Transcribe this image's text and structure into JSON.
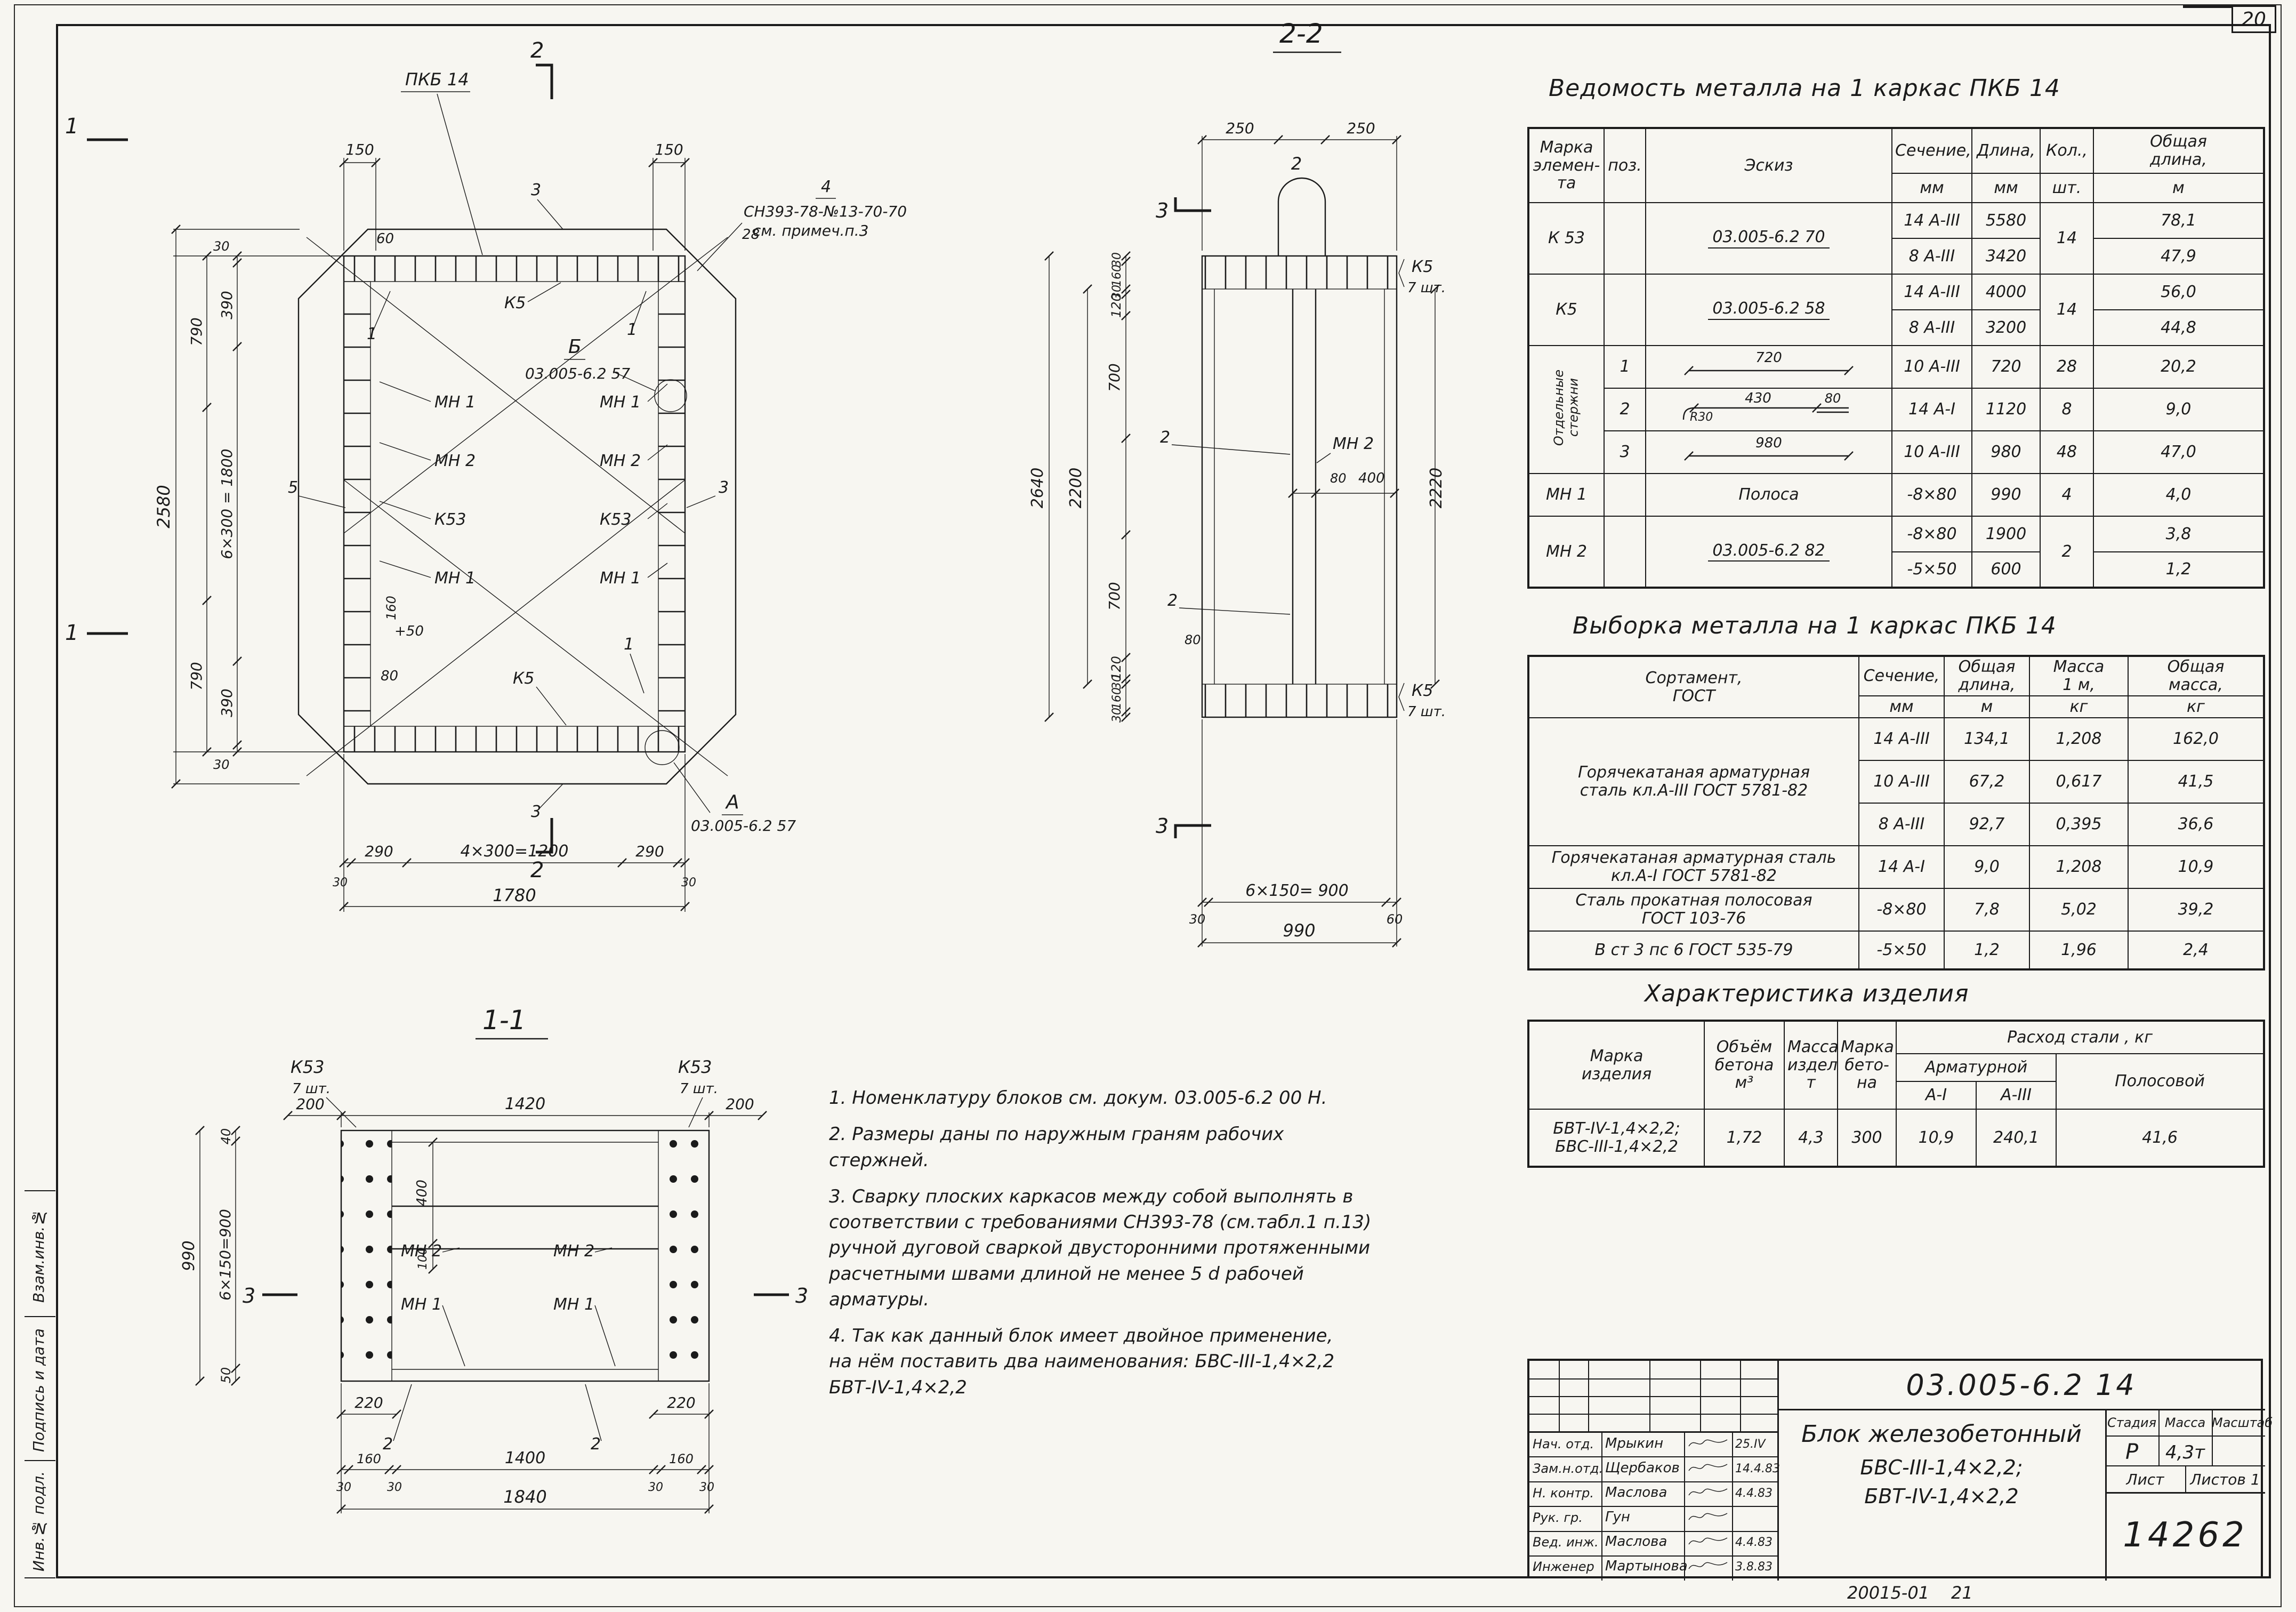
{
  "page": {
    "number": "20",
    "footer_code": "20015-01",
    "footer_sheet": "21"
  },
  "edge": {
    "inv": "Инв.№ подл.",
    "sign": "Подпись и дата",
    "vzam": "Взам.инв.№"
  },
  "plan": {
    "pkb": "ПКБ 14",
    "note1": "СН393-78-№13-70-70",
    "note2": "см. примеч.п.3",
    "pos4": "4",
    "b": "Б",
    "b_doc": "03.005-6.2  57",
    "a": "А",
    "a_doc": "03.005-6.2  57",
    "k5": "К5",
    "k53": "К53",
    "mn1": "МН 1",
    "mn2": "МН 2",
    "m2": "2",
    "m1": "1",
    "p1": "1",
    "p3": "3",
    "p5": "5",
    "d150": "150",
    "d30": "30",
    "d390": "390",
    "d790": "790",
    "d1800": "6×300 = 1800",
    "d2580": "2580",
    "d290": "290",
    "d1200": "4×300=1200",
    "d1780": "1780",
    "dp50": "+50",
    "d60": "60",
    "d80": "80",
    "d28": "28",
    "d160": "160"
  },
  "s22": {
    "title": "2-2",
    "d250": "250",
    "d30": "30",
    "d160": "160",
    "d120": "120",
    "d700": "700",
    "d2640": "2640",
    "d2200": "2200",
    "d2220": "2220",
    "d400": "400",
    "d80": "80",
    "d900": "6×150= 900",
    "d990": "990",
    "d60": "60",
    "mn2": "МН 2",
    "k5": "К5",
    "k5n": "7 шт.",
    "p2": "2",
    "m3": "3"
  },
  "s11": {
    "title": "1-1",
    "k53": "К53",
    "k53n": "7 шт.",
    "d200": "200",
    "d1420": "1420",
    "d40": "40",
    "d900": "6×150=900",
    "d50": "50",
    "d990": "990",
    "d400": "400",
    "d100": "100",
    "d220": "220",
    "d30": "30",
    "d160": "160",
    "d1400": "1400",
    "d1840": "1840",
    "mn1": "МН 1",
    "mn2": "МН 2",
    "m3": "3",
    "p2": "2"
  },
  "t1": {
    "title": "Ведомость металла на 1 каркас ПКБ 14",
    "h_mark": "Марка\nэлемен-\nта",
    "h_pos": "поз.",
    "h_sketch": "Эскиз",
    "h_sec": "Сечение,",
    "h_sec_u": "мм",
    "h_len": "Длина,",
    "h_len_u": "мм",
    "h_qty": "Кол.,",
    "h_qty_u": "шт.",
    "h_total": "Общая\nдлина,",
    "h_total_u": "м",
    "r1_mark": "К 53",
    "r1_sketch": "03.005-6.2  70",
    "r1a_sec": "14 А-III",
    "r1a_len": "5580",
    "r1_qty": "14",
    "r1a_tot": "78,1",
    "r1b_sec": "8 А-III",
    "r1b_len": "3420",
    "r1b_tot": "47,9",
    "r2_mark": "К5",
    "r2_sketch": "03.005-6.2  58",
    "r2a_sec": "14 А-III",
    "r2a_len": "4000",
    "r2_qty": "14",
    "r2a_tot": "56,0",
    "r2b_sec": "8 А-III",
    "r2b_len": "3200",
    "r2b_tot": "44,8",
    "rods": "Отдельные\nстержни",
    "rod1_pos": "1",
    "rod1_sk": "720",
    "rod1_sec": "10 А-III",
    "rod1_len": "720",
    "rod1_qty": "28",
    "rod1_tot": "20,2",
    "rod2_pos": "2",
    "rod2_sk1": "430",
    "rod2_sk2": "80",
    "rod2_sk3": "R30",
    "rod2_sec": "14 А-I",
    "rod2_len": "1120",
    "rod2_qty": "8",
    "rod2_tot": "9,0",
    "rod3_pos": "3",
    "rod3_sk": "980",
    "rod3_sec": "10 А-III",
    "rod3_len": "980",
    "rod3_qty": "48",
    "rod3_tot": "47,0",
    "r6_mark": "МН 1",
    "r6_sk": "Полоса",
    "r6_sec": "-8×80",
    "r6_len": "990",
    "r6_qty": "4",
    "r6_tot": "4,0",
    "r7_mark": "МН 2",
    "r7_sk": "03.005-6.2  82",
    "r7a_sec": "-8×80",
    "r7a_len": "1900",
    "r7_qty": "2",
    "r7a_tot": "3,8",
    "r7b_sec": "-5×50",
    "r7b_len": "600",
    "r7b_tot": "1,2"
  },
  "t2": {
    "title": "Выборка металла на 1 каркас ПКБ 14",
    "h_sort": "Сортамент,\nГОСТ",
    "h_sec": "Сечение,",
    "h_sec_u": "мм",
    "h_len": "Общая\nдлина,",
    "h_len_u": "м",
    "h_m1": "Масса\n1 м,",
    "h_m1_u": "кг",
    "h_mt": "Общая\nмасса,",
    "h_mt_u": "кг",
    "g1_name": "Горячекатаная арматурная\nсталь  кл.А-III  ГОСТ 5781-82",
    "g1r1": [
      "14 А-III",
      "134,1",
      "1,208",
      "162,0"
    ],
    "g1r2": [
      "10 А-III",
      "67,2",
      "0,617",
      "41,5"
    ],
    "g1r3": [
      "8 А-III",
      "92,7",
      "0,395",
      "36,6"
    ],
    "g2_name": "Горячекатаная арматурная сталь\nкл.А-I  ГОСТ 5781-82",
    "g2r1": [
      "14 А-I",
      "9,0",
      "1,208",
      "10,9"
    ],
    "g3_name": "Сталь прокатная полосовая\nГОСТ 103-76",
    "g3r1": [
      "-8×80",
      "7,8",
      "5,02",
      "39,2"
    ],
    "g4_name": "В ст 3 пс 6  ГОСТ 535-79",
    "g4r1": [
      "-5×50",
      "1,2",
      "1,96",
      "2,4"
    ]
  },
  "t3": {
    "title": "Характеристика  изделия",
    "h_mark": "Марка\nизделия",
    "h_vol": "Объём\nбетона\nм³",
    "h_mass": "Масса\nиздели.\nт",
    "h_grade": "Марка\nбето-\nна",
    "h_steel": "Расход стали , кг",
    "h_arm": "Арматурной",
    "h_a1": "А-I",
    "h_a3": "А-III",
    "h_strip": "Полосовой",
    "mark1": "БВТ-IV-1,4×2,2;",
    "mark2": "БВС-III-1,4×2,2",
    "vol": "1,72",
    "mass": "4,3",
    "grade": "300",
    "a1": "10,9",
    "a3": "240,1",
    "strip": "41,6"
  },
  "notes": {
    "n1": "1. Номенклатуру        блоков см. докум. 03.005-6.2  00 Н.",
    "n2": "2. Размеры даны по наружным граням рабочих\n    стержней.",
    "n3": "3. Сварку плоских каркасов между собой выполнять в\n    соответствии с требованиями СН393-78 (см.табл.1 п.13)\n    ручной дуговой сваркой двусторонними протяженными\n    расчетными швами длиной не менее 5 d рабочей\n    арматуры.",
    "n4": "4. Так как данный блок имеет двойное применение,\n    на нём поставить два наименования:  БВС-III-1,4×2,2\n                                        БВТ-IV-1,4×2,2"
  },
  "tb": {
    "doc": "03.005-6.2  14",
    "p1": "Блок  железобетонный",
    "p2": "БВС-III-1,4×2,2;",
    "p3": "БВТ-IV-1,4×2,2",
    "h_stage": "Стадия",
    "h_mass": "Масса",
    "h_scale": "Масштаб",
    "stage": "Р",
    "mass": "4,3т",
    "scale": "",
    "h_sheet": "Лист",
    "h_sheets": "Листов 1",
    "archive": "14262",
    "rows": [
      {
        "role": "Нач. отд.",
        "name": "Мрыкин",
        "date": "25.IV"
      },
      {
        "role": "Зам.н.отд.",
        "name": "Щербаков",
        "date": "14.4.83"
      },
      {
        "role": "Н. контр.",
        "name": "Маслова",
        "date": "4.4.83"
      },
      {
        "role": "Рук. гр.",
        "name": "Гун",
        "date": ""
      },
      {
        "role": "Вед. инж.",
        "name": "Маслова",
        "date": "4.4.83"
      },
      {
        "role": "Инженер",
        "name": "Мартынова",
        "date": "3.8.83"
      }
    ]
  }
}
